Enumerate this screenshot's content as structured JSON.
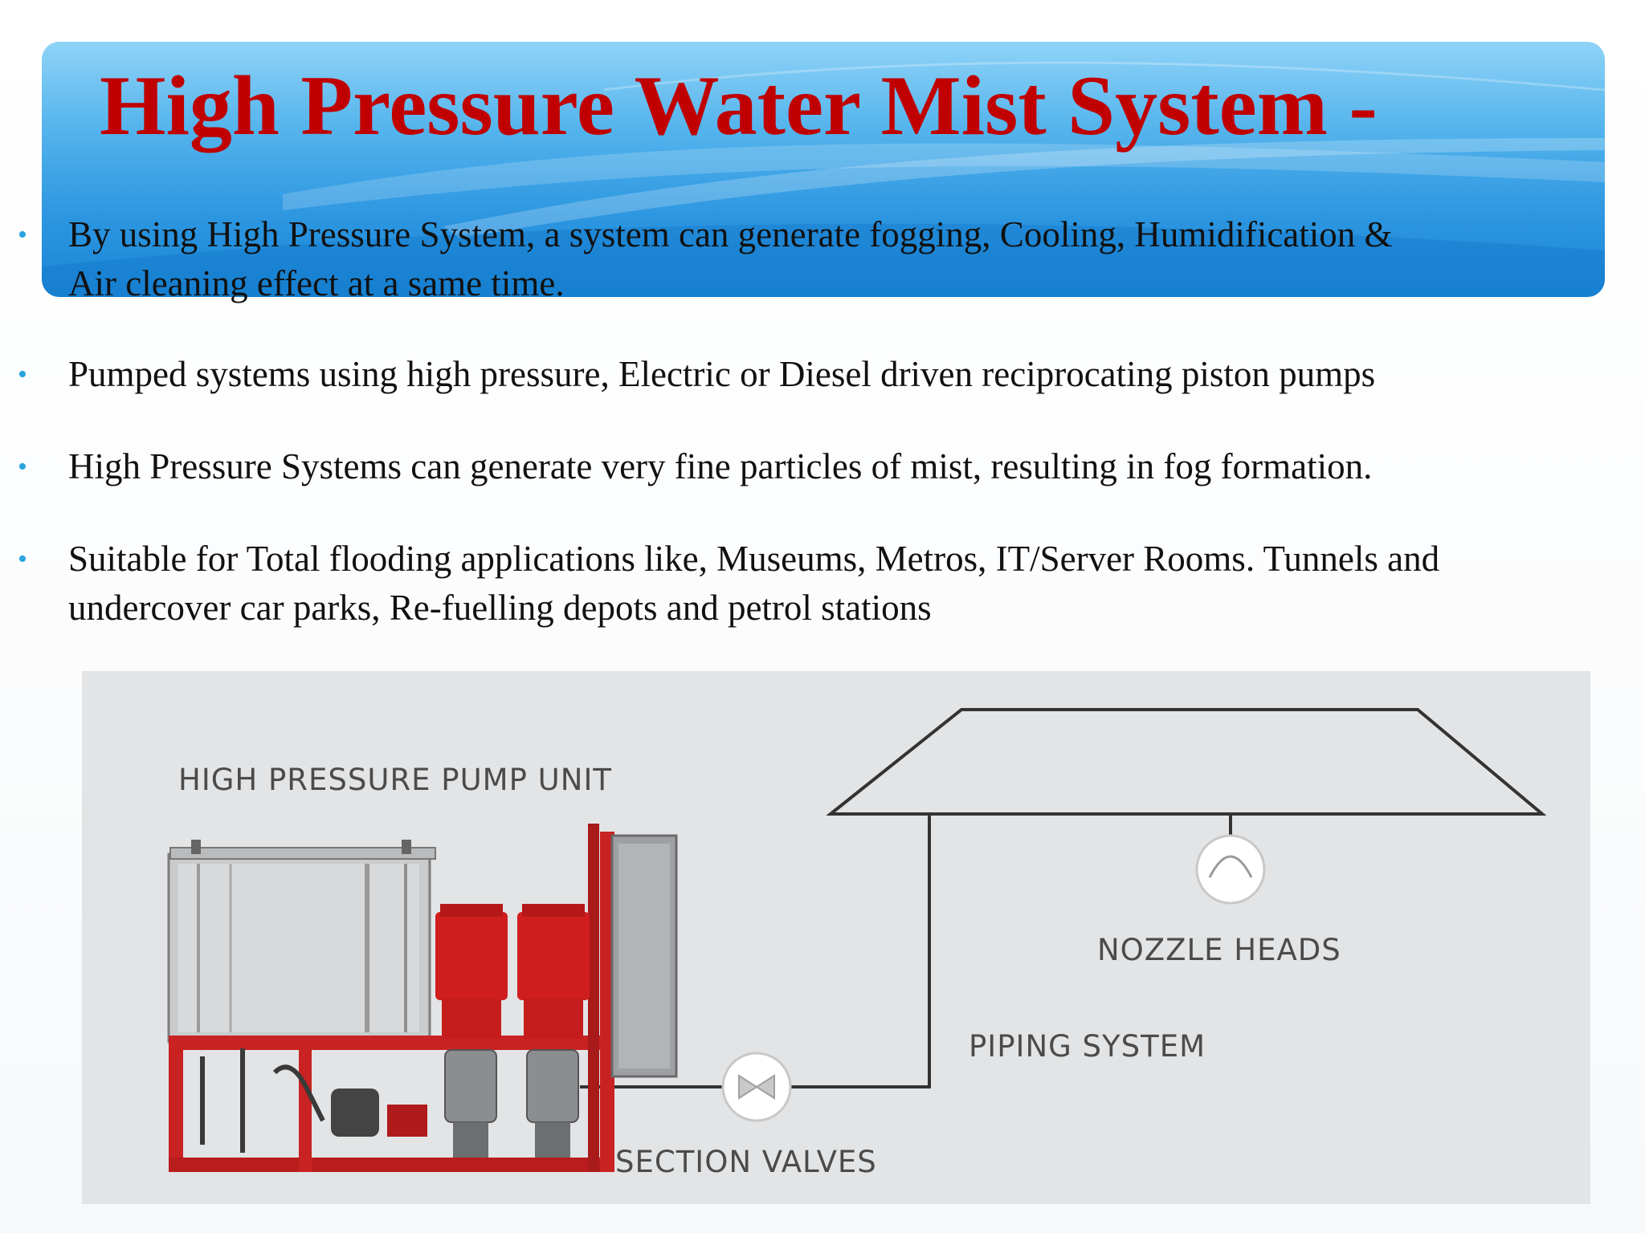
{
  "slide": {
    "title": "High Pressure Water Mist System -",
    "bullets": [
      {
        "line1": "By using High Pressure System, a system can generate fogging, Cooling, Humidification &",
        "line2": "Air cleaning effect at a same time."
      },
      {
        "line1": "Pumped systems using high pressure, Electric or Diesel driven reciprocating piston pumps"
      },
      {
        "line1": "High Pressure Systems can generate very fine particles of mist, resulting in fog formation."
      },
      {
        "line1": "Suitable for Total flooding applications like, Museums, Metros, IT/Server Rooms. Tunnels and",
        "line2": "undercover car parks, Re-fuelling depots and petrol stations"
      }
    ],
    "bullet_glyph": "•"
  },
  "diagram": {
    "labels": {
      "pump_unit": "HIGH PRESSURE PUMP UNIT",
      "nozzle_heads": "NOZZLE HEADS",
      "piping_system": "PIPING SYSTEM",
      "section_valves": "SECTION VALVES"
    }
  },
  "colors": {
    "title": "#c00000",
    "banner": "#2b95e0",
    "bullet": "#2aa3df",
    "pump_red": "#cc1b1b",
    "diagram_bg": "#e2e4e6"
  }
}
